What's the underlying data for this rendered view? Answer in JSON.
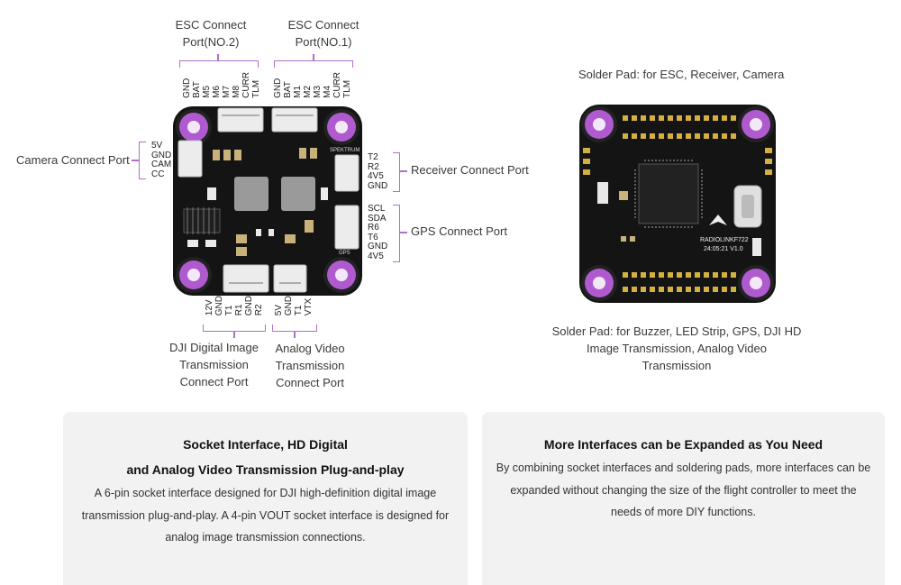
{
  "left_board": {
    "esc2_label": [
      "ESC Connect",
      "Port(NO.2)"
    ],
    "esc1_label": [
      "ESC Connect",
      "Port(NO.1)"
    ],
    "esc2_pins": [
      "GND",
      "BAT",
      "M5",
      "M6",
      "M7",
      "M8",
      "CURR",
      "TLM"
    ],
    "esc1_pins": [
      "GND",
      "BAT",
      "M1",
      "M2",
      "M3",
      "M4",
      "CURR",
      "TLM"
    ],
    "camera_label": "Camera Connect Port",
    "camera_pins": [
      "5V",
      "GND",
      "CAM",
      "CC"
    ],
    "receiver_label": "Receiver Connect Port",
    "receiver_pins": [
      "T2",
      "R2",
      "4V5",
      "GND"
    ],
    "gps_label": "GPS Connect Port",
    "gps_pins": [
      "SCL",
      "SDA",
      "R6",
      "T6",
      "GND",
      "4V5"
    ],
    "dji_pins": [
      "12V",
      "GND",
      "T1",
      "R1",
      "GND",
      "R2"
    ],
    "analog_pins": [
      "5V",
      "GND",
      "T1",
      "VTX"
    ],
    "dji_label": [
      "DJI Digital Image",
      "Transmission",
      "Connect Port"
    ],
    "analog_label": [
      "Analog Video",
      "Transmission",
      "Connect Port"
    ],
    "silk_spektrum": "SPEKTRUM",
    "silk_gps": "GPS"
  },
  "right_board": {
    "top_label": "Solder Pad: for ESC, Receiver, Camera",
    "bottom_label": [
      "Solder Pad: for Buzzer, LED Strip, GPS, DJI HD",
      "Image Transmission, Analog Video",
      "Transmission"
    ],
    "silk_name": "RADIOLINKF722",
    "silk_date": "24:05:21 V1.0"
  },
  "panels": [
    {
      "title_lines": [
        "Socket Interface, HD Digital",
        "and Analog Video Transmission Plug-and-play"
      ],
      "body_lines": [
        "A 6-pin socket interface designed for DJI high-definition digital image",
        "transmission plug-and-play. A 4-pin VOUT socket interface is designed for",
        "analog image transmission connections."
      ]
    },
    {
      "title_lines": [
        "More Interfaces can be Expanded as You Need"
      ],
      "body_lines": [
        "By combining socket interfaces and soldering pads, more interfaces can be",
        "expanded without changing the size of the flight controller to meet the",
        "needs of more DIY functions."
      ]
    }
  ],
  "colors": {
    "accent": "#b070c8",
    "pad_purple": "#b05ad0",
    "pcb": "#141414",
    "panel_bg": "#f2f2f2"
  }
}
